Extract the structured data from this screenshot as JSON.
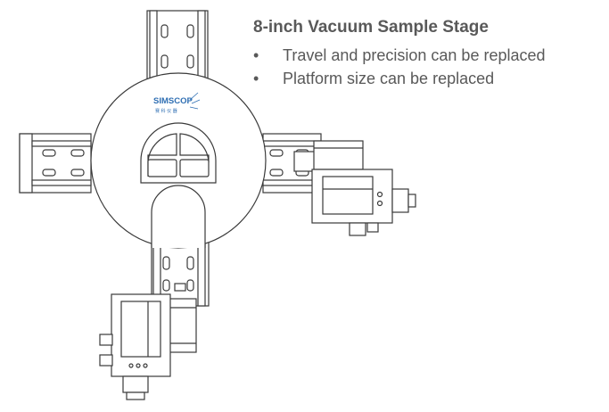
{
  "header": {
    "title": "8-inch Vacuum Sample Stage",
    "bullets": [
      {
        "marker": "•",
        "text": "Travel and precision can be replaced"
      },
      {
        "marker": "•",
        "text": "Platform size can be replaced"
      }
    ]
  },
  "logo": {
    "brand": "SIMSCOP",
    "brand_sub": "赛 科 仪 器",
    "accent": "#2f6fb3"
  },
  "colors": {
    "line": "#3a3a3a",
    "text": "#595959"
  }
}
